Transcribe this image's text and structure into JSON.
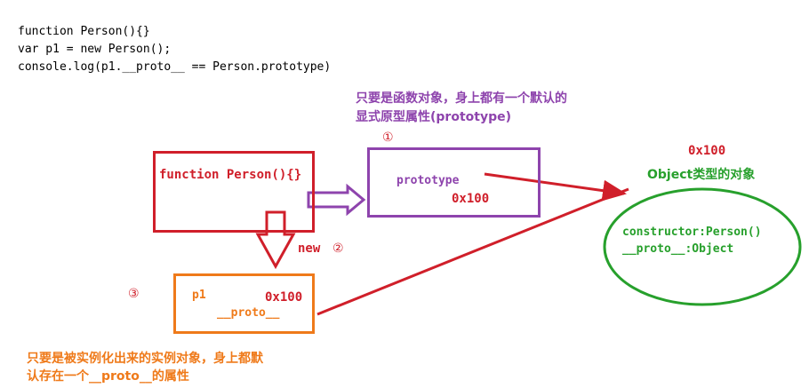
{
  "code": {
    "line1": "function Person(){}",
    "line2": "var p1 = new Person();",
    "line3": "console.log(p1.__proto__ == Person.prototype)"
  },
  "note_top": {
    "line1": "只要是函数对象，身上都有一个默认的",
    "line2": "显式原型属性(prototype)"
  },
  "marker1": "①",
  "marker2": "②",
  "marker3": "③",
  "function_box": {
    "label": "function Person(){}"
  },
  "new_label": "new",
  "prototype_box": {
    "label": "prototype",
    "address": "0x100"
  },
  "instance_box": {
    "name": "p1",
    "address": "0x100",
    "proto": "__proto__"
  },
  "object_node": {
    "address": "0x100",
    "type_label": "Object类型的对象",
    "constructor": "constructor:Person()",
    "proto": "__proto__:Object"
  },
  "note_bottom": {
    "line1": "只要是被实例化出来的实例对象，身上都默",
    "line2": "认存在一个__proto__的属性"
  },
  "colors": {
    "red": "#d01f2a",
    "purple": "#8e44ad",
    "orange": "#ef7a1a",
    "green": "#27a02c"
  }
}
